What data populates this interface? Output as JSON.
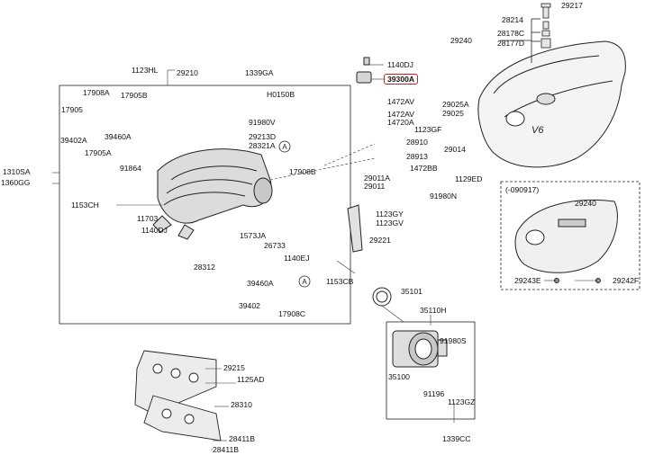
{
  "highlight_color": "#d21e1e",
  "highlighted_part": "39300A",
  "callout_marker": "A",
  "variant_label": "(-090917)",
  "emblem_text": "V6",
  "labels": [
    "29217",
    "28214",
    "28178C",
    "28177D",
    "29240",
    "1123HL",
    "29210",
    "1339GA",
    "1140DJ",
    "39300A",
    "17908A",
    "17905B",
    "H0150B",
    "91980V",
    "29213D",
    "28321A",
    "17905",
    "39402A",
    "39460A",
    "17905A",
    "91864",
    "1472AV",
    "1472AV",
    "14720A",
    "29025A",
    "29025",
    "1123GF",
    "28910",
    "28913",
    "29014",
    "1472BB",
    "29011A",
    "29011",
    "1129ED",
    "91980N",
    "1123GY",
    "1123GV",
    "29221",
    "1310SA",
    "1360GG",
    "1153CH",
    "17908B",
    "11703",
    "1140DJ",
    "1573JA",
    "26733",
    "1140EJ",
    "28312",
    "39460A",
    "39402",
    "17908C",
    "1153CB",
    "35101",
    "35110H",
    "91980S",
    "35100",
    "91196",
    "1123GZ",
    "1339CC",
    "29215",
    "1125AD",
    "28310",
    "28411B",
    "28411B",
    "29240",
    "29243E",
    "29242F"
  ]
}
